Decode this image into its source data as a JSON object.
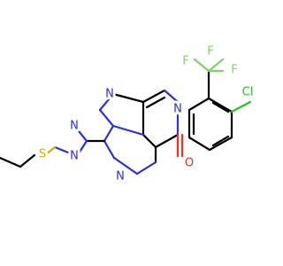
{
  "diagram": {
    "atoms": {
      "n_ring_top": "N",
      "n_ring_left": "N",
      "n_triazole_top": "N",
      "n_triazole_bottom": "N",
      "n_pyrimidine_bottom": "N",
      "o_carbonyl": "O",
      "s_thioether": "S",
      "cl_aryl": "Cl",
      "f_top_left": "F",
      "f_top_right": "F",
      "f_right": "F"
    },
    "colors": {
      "nitrogen": "#2a2ee8",
      "oxygen": "#ff2a1a",
      "sulfur": "#c8b400",
      "fluorine": "#7fd36b",
      "chlorine": "#21c821",
      "carbon_bond": "#000000"
    }
  }
}
